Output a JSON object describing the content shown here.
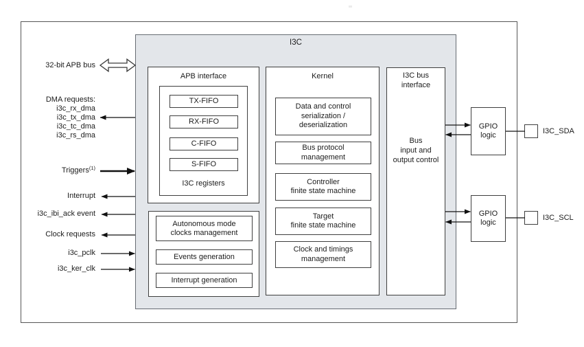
{
  "diagram_title": "I3C",
  "left_signals": {
    "apb_bus": "32-bit APB bus",
    "dma_header": "DMA requests:",
    "dma_items": [
      "i3c_rx_dma",
      "i3c_tx_dma",
      "i3c_tc_dma",
      "i3c_rs_dma"
    ],
    "triggers": "Triggers",
    "triggers_note": "(1)",
    "interrupt": "Interrupt",
    "ibi_ack_event": "i3c_ibi_ack event",
    "clock_requests": "Clock requests",
    "pclk": "i3c_pclk",
    "ker_clk": "i3c_ker_clk"
  },
  "apb_interface": {
    "title": "APB interface",
    "fifos": [
      "TX-FIFO",
      "RX-FIFO",
      "C-FIFO",
      "S-FIFO"
    ],
    "registers_label": "I3C registers"
  },
  "clocks_section": {
    "items": [
      [
        "Autonomous mode",
        "clocks management"
      ],
      [
        "Events generation"
      ],
      [
        "Interrupt generation"
      ]
    ]
  },
  "kernel": {
    "title": "Kernel",
    "items": [
      [
        "Data and control",
        "serialization /",
        "deserialization"
      ],
      [
        "Bus protocol",
        "management"
      ],
      [
        "Controller",
        "finite state machine"
      ],
      [
        "Target",
        "finite state machine"
      ],
      [
        "Clock and timings",
        "management"
      ]
    ]
  },
  "bus_interface": {
    "title": [
      "I3C bus",
      "interface"
    ],
    "body": [
      "Bus",
      "input and",
      "output control"
    ]
  },
  "gpio": {
    "label": [
      "GPIO",
      "logic"
    ],
    "sda_pad": "I3C_SDA",
    "scl_pad": "I3C_SCL"
  },
  "colors": {
    "block_fill": "#e3e6ea",
    "box_border": "#3d3d3d",
    "outer_border": "#555555",
    "arrow": "#111111"
  }
}
